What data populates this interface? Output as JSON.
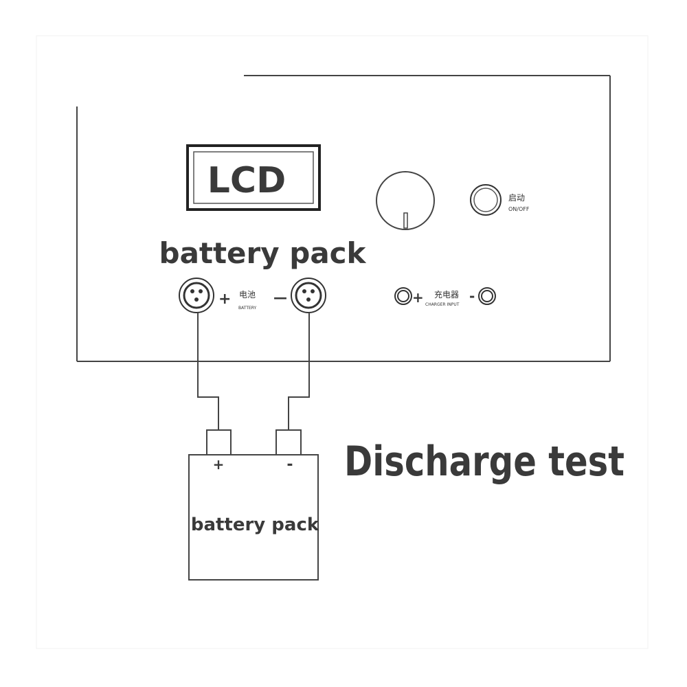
{
  "lcd_label": "LCD",
  "panel_connector_title": "battery pack",
  "battery_port": {
    "plus_sign": "+",
    "minus_sign": "—",
    "label_cn": "电池",
    "label_en": "BATTERY"
  },
  "charger_port": {
    "plus_sign": "+",
    "minus_sign": "-",
    "label_cn": "充电器",
    "label_en": "CHARGER INPUT"
  },
  "power_switch": {
    "label_cn": "启动",
    "label_en": "ON/OFF"
  },
  "battery_box": {
    "plus_sign": "+",
    "minus_sign": "-",
    "label": "battery pack"
  },
  "caption": "Discharge test"
}
